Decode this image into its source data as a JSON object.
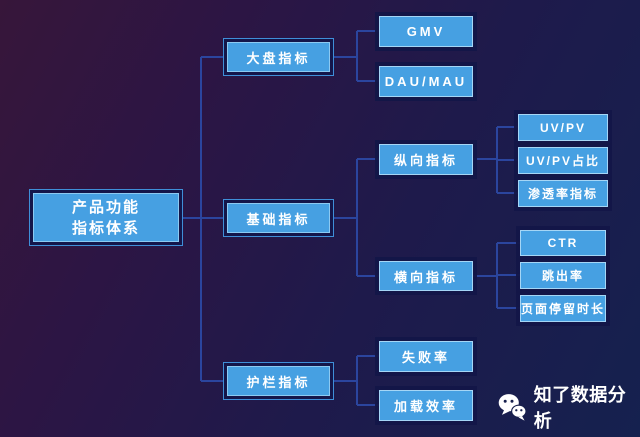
{
  "colors": {
    "bg_top_left": "#37163a",
    "bg_bottom_right": "#15214f",
    "node_fill": "#46a0e2",
    "node_border_light": "#a5d6f6",
    "node_outline_blue": "#3f8fd8",
    "node_gap_dark": "#14164a",
    "connector": "#2b459e",
    "text": "#ffffff"
  },
  "tree": {
    "root": {
      "label_line1": "产品功能",
      "label_line2": "指标体系"
    },
    "branches": [
      {
        "label": "大盘指标",
        "children": [
          {
            "label": "GMV"
          },
          {
            "label": "DAU/MAU"
          }
        ]
      },
      {
        "label": "基础指标",
        "children": [
          {
            "label": "纵向指标",
            "children": [
              {
                "label": "UV/PV"
              },
              {
                "label": "UV/PV占比"
              },
              {
                "label": "渗透率指标"
              }
            ]
          },
          {
            "label": "横向指标",
            "children": [
              {
                "label": "CTR"
              },
              {
                "label": "跳出率"
              },
              {
                "label": "页面停留时长"
              }
            ]
          }
        ]
      },
      {
        "label": "护栏指标",
        "children": [
          {
            "label": "失败率"
          },
          {
            "label": "加载效率"
          }
        ]
      }
    ]
  },
  "watermark": {
    "icon": "wechat-icon",
    "text": "知了数据分析"
  }
}
